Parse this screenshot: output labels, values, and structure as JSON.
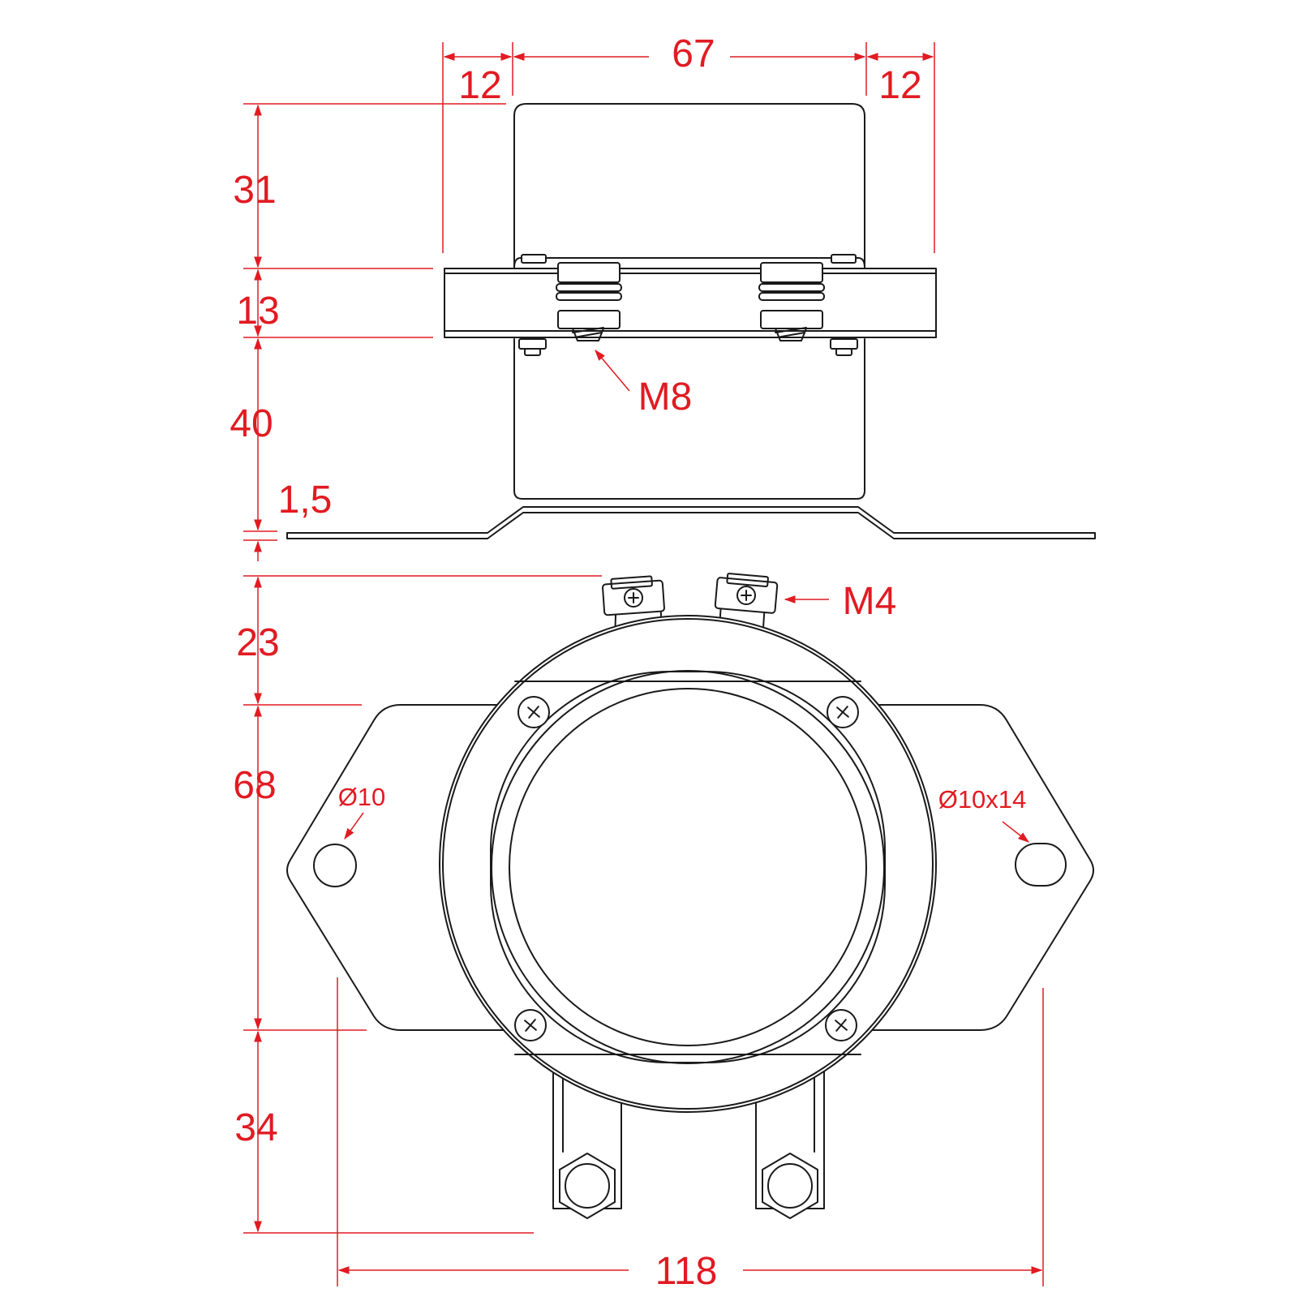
{
  "colors": {
    "dimension": "#e11b22",
    "outline": "#1a1a1a",
    "background": "#ffffff"
  },
  "dimensions": {
    "top_left_flange": "12",
    "top_width": "67",
    "top_right_flange": "12",
    "height_upper": "31",
    "height_flange": "13",
    "height_lower": "40",
    "plate_thickness": "1,5",
    "height_terminals": "23",
    "height_body": "68",
    "height_bus": "34",
    "overall_width": "118"
  },
  "callouts": {
    "main_thread": "M8",
    "small_thread": "M4",
    "round_hole": "Ø10",
    "slot_hole": "Ø10x14"
  }
}
